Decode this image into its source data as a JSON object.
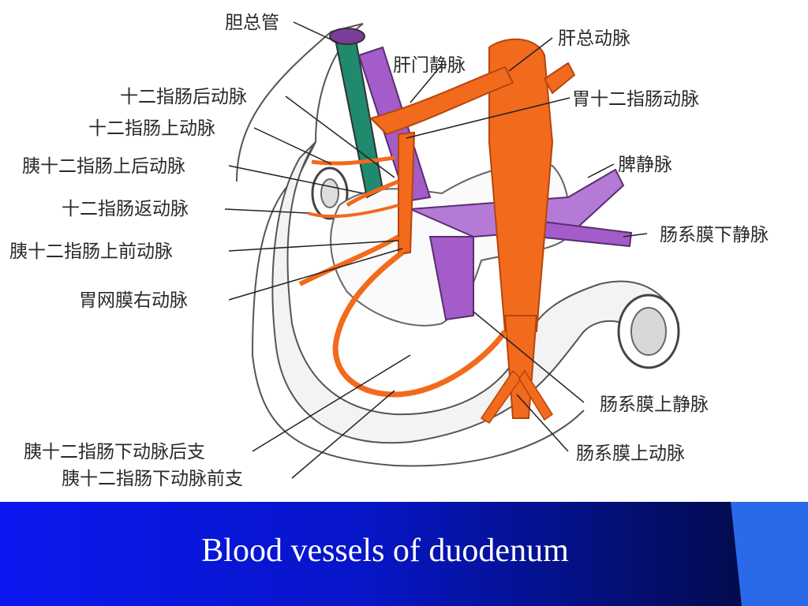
{
  "caption": "Blood vessels of duodenum",
  "labels": {
    "bile_duct": "胆总管",
    "common_hepatic_artery": "肝总动脉",
    "portal_vein": "肝门静脉",
    "retroduodenal_artery": "十二指肠后动脉",
    "gastroduodenal_artery": "胃十二指肠动脉",
    "supraduodenal_artery": "十二指肠上动脉",
    "posterior_superior_pd_artery": "胰十二指肠上后动脉",
    "splenic_vein": "脾静脉",
    "recurrent_duodenal_artery": "十二指肠返动脉",
    "inferior_mesenteric_vein": "肠系膜下静脉",
    "anterior_superior_pd_artery": "胰十二指肠上前动脉",
    "right_gastroepiploic_artery": "胃网膜右动脉",
    "superior_mesenteric_vein": "肠系膜上静脉",
    "posterior_inferior_pd_branch": "胰十二指肠下动脉后支",
    "superior_mesenteric_artery": "肠系膜上动脉",
    "anterior_inferior_pd_branch": "胰十二指肠下动脉前支"
  },
  "colors": {
    "artery": "#f26a1c",
    "vein": "#a45cc8",
    "bile_duct": "#1f8a6e",
    "footer_blue": "#0a18f0",
    "caption_text": "#ffffff"
  }
}
